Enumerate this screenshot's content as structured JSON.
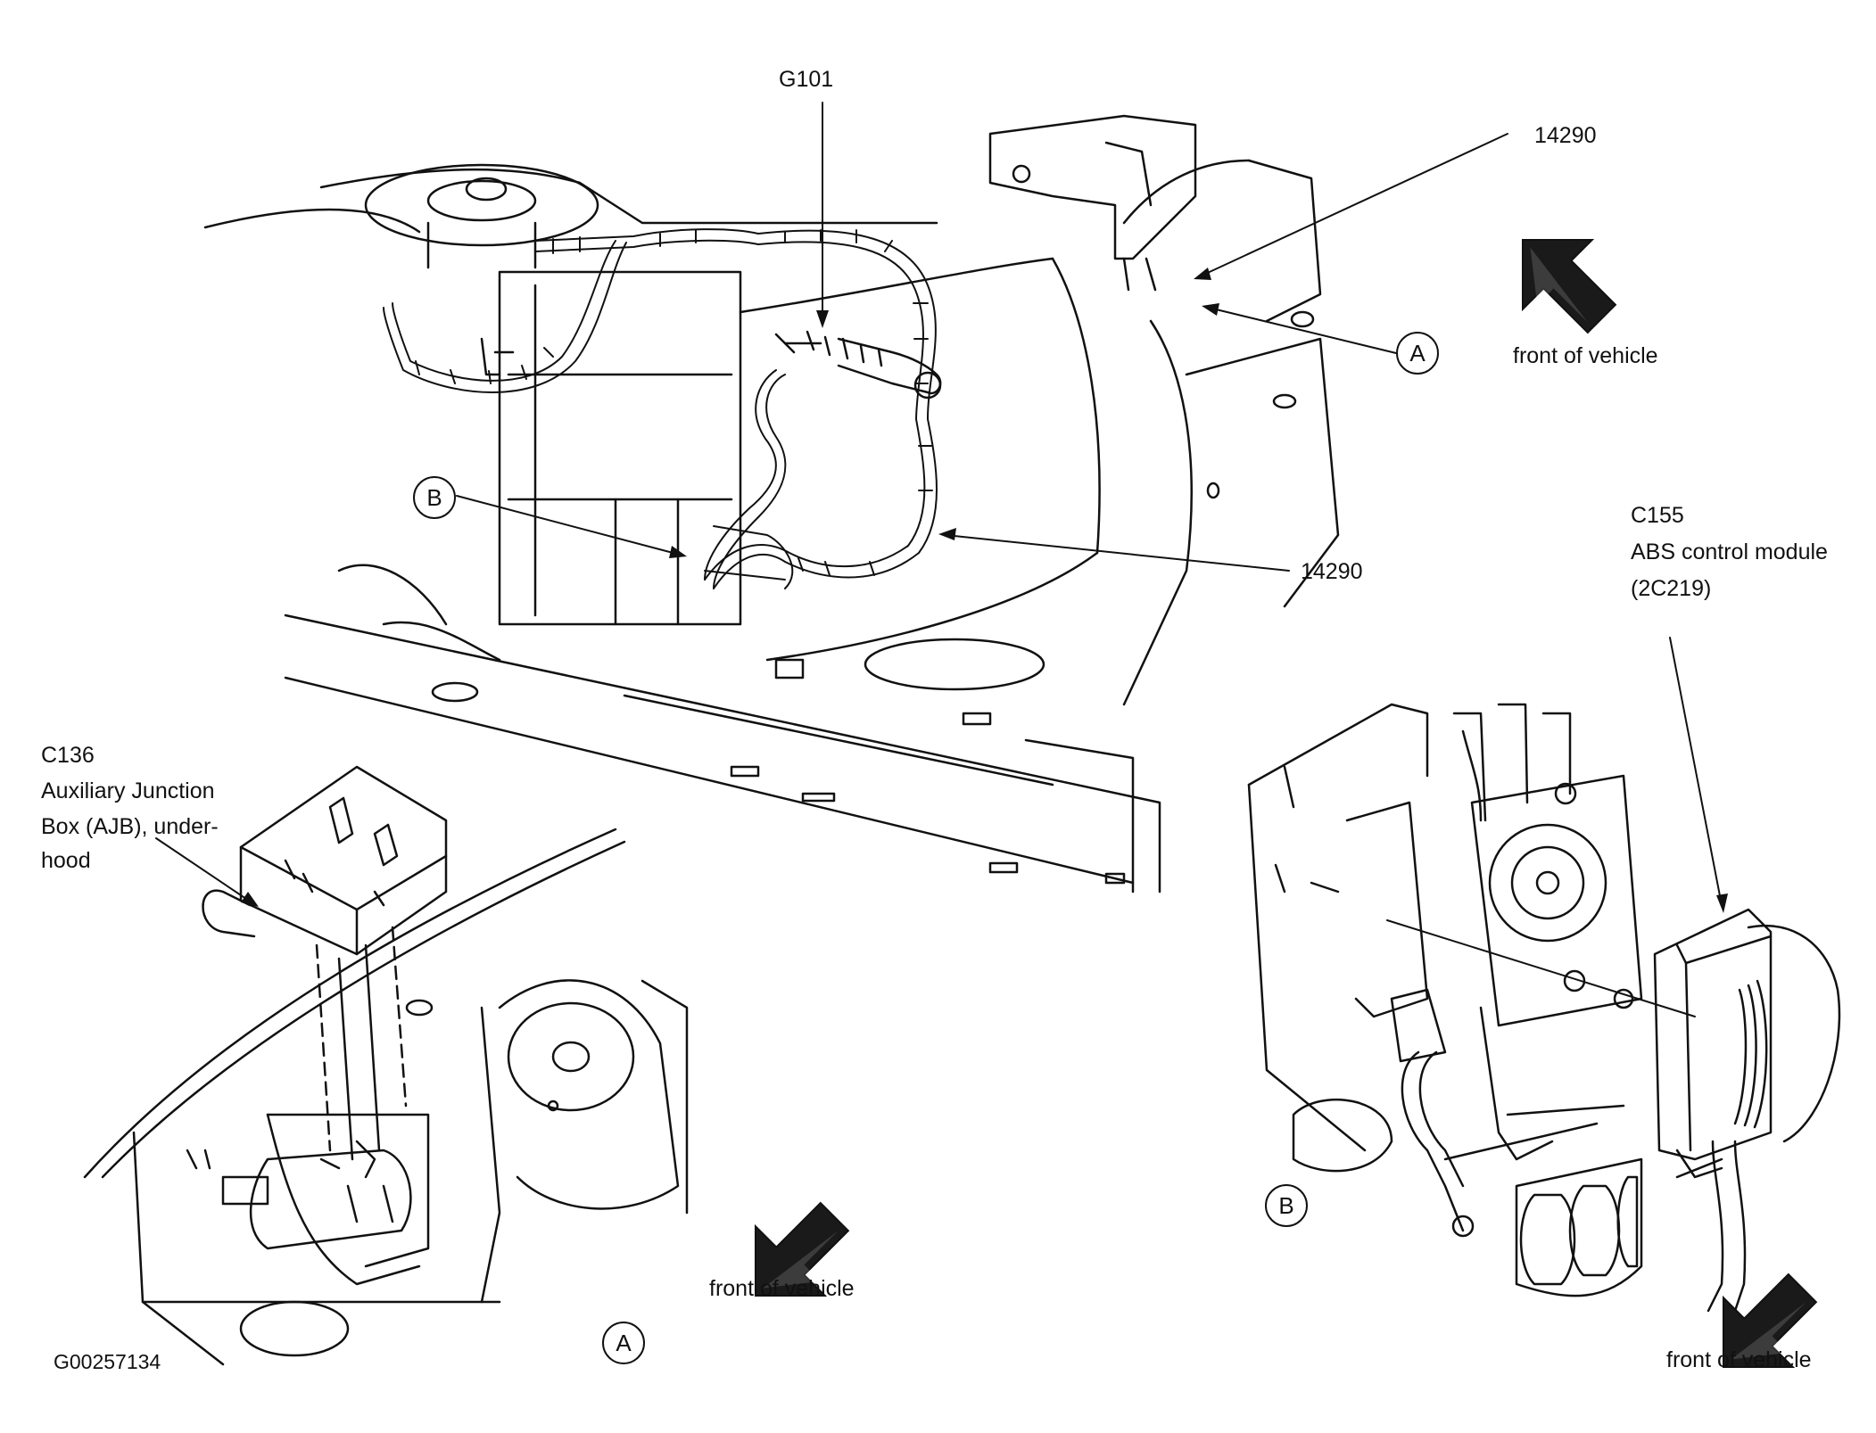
{
  "labels": {
    "g101": "G101",
    "harness_top": "14290",
    "harness_mid": "14290",
    "c155_connector": "C155",
    "c155_module": "ABS control module",
    "c155_part": "(2C219)",
    "c136_connector": "C136",
    "c136_line1": "Auxiliary Junction",
    "c136_line2": "Box (AJB), under-",
    "c136_line3": "hood",
    "front_top": "front of vehicle",
    "front_left": "front of vehicle",
    "front_right": "front of vehicle",
    "figure_id": "G00257134"
  },
  "callouts": {
    "a_main": "A",
    "b_main": "B",
    "a_detail": "A",
    "b_detail": "B"
  },
  "colors": {
    "ink": "#111111",
    "arrow_fill": "#1a1a1a",
    "background": "#ffffff"
  }
}
